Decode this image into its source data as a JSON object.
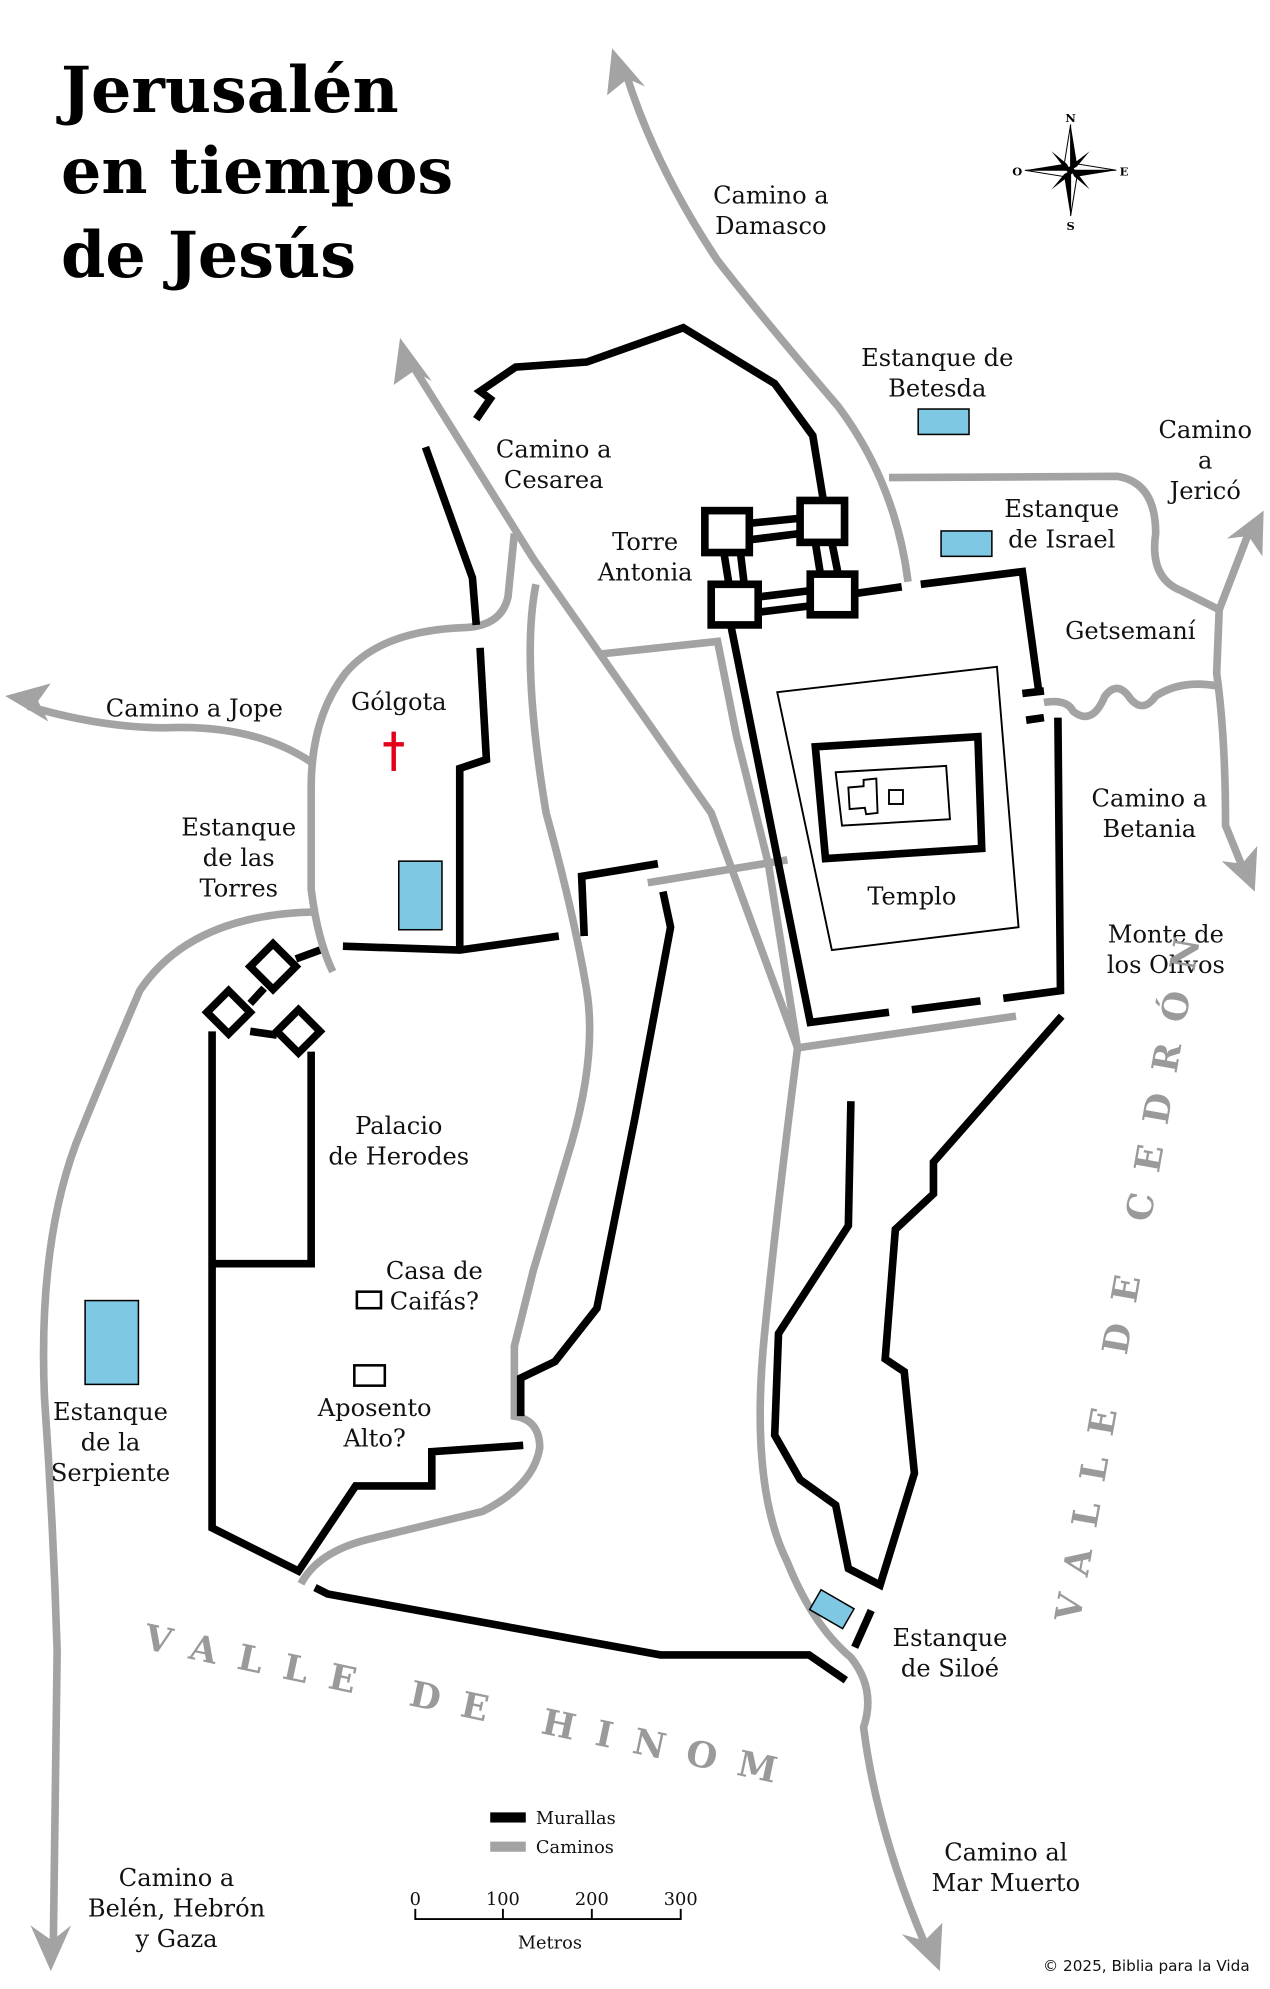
{
  "title": [
    "Jerusalén",
    "en tiempos",
    "de Jesús"
  ],
  "compass": {
    "n": "N",
    "s": "S",
    "e": "E",
    "w": "O"
  },
  "labels": {
    "camino_damasco": [
      "Camino a",
      "Damasco"
    ],
    "estanque_betesda": [
      "Estanque de",
      "Betesda"
    ],
    "camino_jerico": [
      "Camino",
      "a",
      "Jericó"
    ],
    "estanque_israel": [
      "Estanque",
      "de Israel"
    ],
    "camino_cesarea": [
      "Camino a",
      "Cesarea"
    ],
    "torre_antonia": [
      "Torre",
      "Antonia"
    ],
    "getsemani": "Getsemaní",
    "camino_jope": "Camino a Jope",
    "golgota": "Gólgota",
    "camino_betania": [
      "Camino a",
      "Betania"
    ],
    "estanque_torres": [
      "Estanque",
      "de las",
      "Torres"
    ],
    "templo": "Templo",
    "monte_olivos": [
      "Monte de",
      "los Olivos"
    ],
    "palacio_herodes": [
      "Palacio",
      "de Herodes"
    ],
    "casa_caifas": [
      "Casa de",
      "Caifás?"
    ],
    "aposento_alto": [
      "Aposento",
      "Alto?"
    ],
    "estanque_serpiente": [
      "Estanque",
      "de la",
      "Serpiente"
    ],
    "estanque_siloe": [
      "Estanque",
      "de Siloé"
    ],
    "camino_mar_muerto": [
      "Camino al",
      "Mar Muerto"
    ],
    "camino_belen": [
      "Camino a",
      "Belén, Hebrón",
      "y Gaza"
    ],
    "valle_hinom": "VALLE DE HINOM",
    "valle_cedron": "VALLE DE CEDRÓN"
  },
  "legend": {
    "walls": "Murallas",
    "roads": "Caminos"
  },
  "scale": {
    "ticks": [
      "0",
      "100",
      "200",
      "300"
    ],
    "unit": "Metros"
  },
  "copyright": "© 2025, Biblia para la Vida",
  "colors": {
    "wall": "#000000",
    "road": "#a3a3a3",
    "pool": "#7ec8e3",
    "cross": "#e3001b"
  }
}
